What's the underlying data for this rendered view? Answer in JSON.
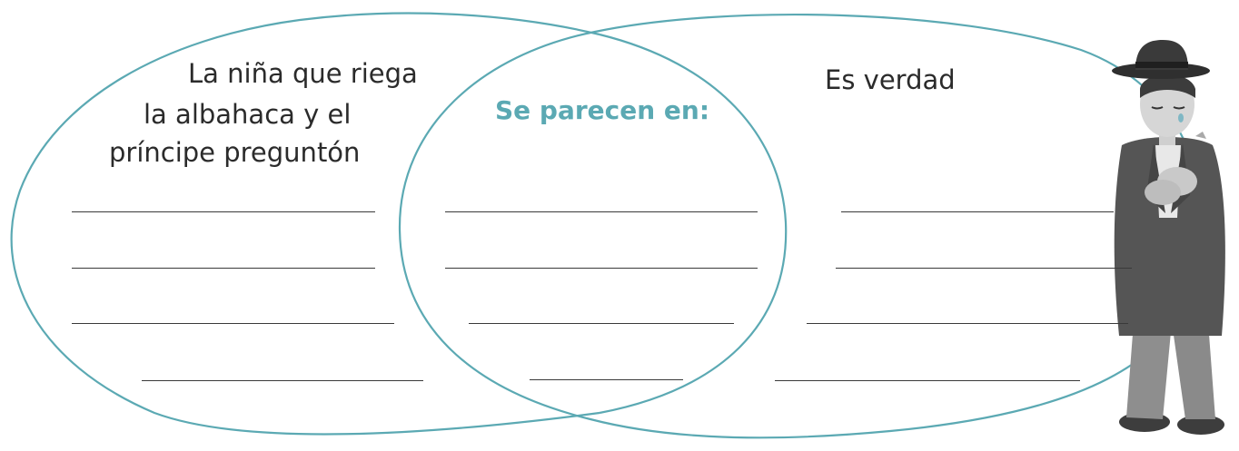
{
  "venn": {
    "left_title_lines": [
      "La niña que riega",
      "la albahaca y el",
      "príncipe preguntón"
    ],
    "middle_title": "Se parecen en:",
    "right_title": "Es verdad",
    "colors": {
      "outline": "#5ba9b3",
      "accent_text": "#5ba9b3",
      "text": "#2b2b2b",
      "writing_line": "#3a3a3a"
    }
  },
  "illustration": {
    "name": "man-with-hat-illustration"
  }
}
